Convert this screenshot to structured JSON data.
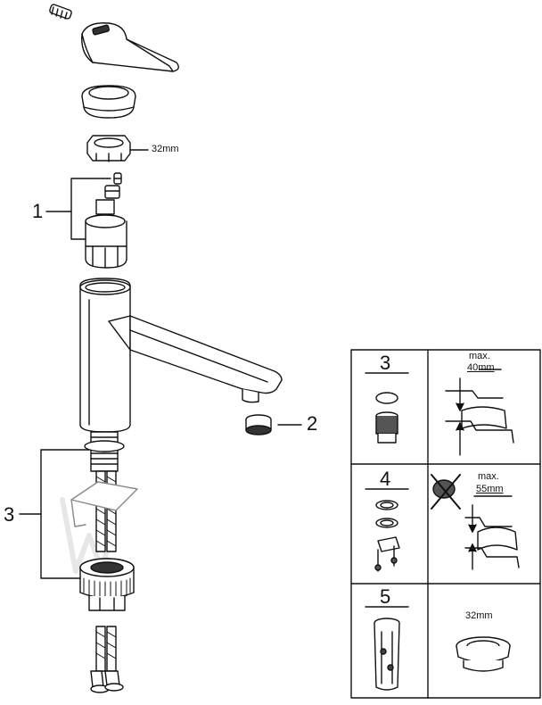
{
  "main_diagram": {
    "callouts": {
      "one": "1",
      "two": "2",
      "three": "3"
    },
    "nut_size": "32mm"
  },
  "legend_panel": {
    "cell_3": {
      "number": "3",
      "max_label": "max.",
      "max_value": "40mm"
    },
    "cell_4": {
      "number": "4",
      "max_label": "max.",
      "max_value": "55mm"
    },
    "cell_5": {
      "number": "5",
      "nut_size": "32mm"
    }
  },
  "colors": {
    "line": "#111111",
    "shade": "#9a9a9a",
    "light": "#d6d6d6",
    "watermark": "#e6e6e6"
  }
}
